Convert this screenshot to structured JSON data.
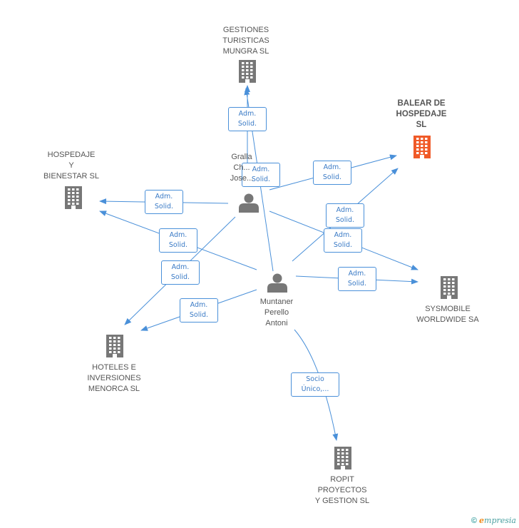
{
  "colors": {
    "edge": "#4a90d9",
    "company": "#777777",
    "focus_company": "#f05a28",
    "person": "#777777"
  },
  "nodes": [
    {
      "id": "gestiones",
      "kind": "company",
      "label": "GESTIONES\nTURISTICAS\nMUNGRA  SL"
    },
    {
      "id": "balear",
      "kind": "company",
      "focus": true,
      "label": "BALEAR DE\nHOSPEDAJE\nSL"
    },
    {
      "id": "hospedaje",
      "kind": "company",
      "label": "HOSPEDAJE\nY\nBIENESTAR  SL"
    },
    {
      "id": "gralla",
      "kind": "person",
      "label": "Gralla\nCh...\nJose..."
    },
    {
      "id": "muntaner",
      "kind": "person",
      "label": "Muntaner\nPerello\nAntoni"
    },
    {
      "id": "sysmobile",
      "kind": "company",
      "label": "SYSMOBILE\nWORLDWIDE SA"
    },
    {
      "id": "hoteles",
      "kind": "company",
      "label": "HOTELES E\nINVERSIONES\nMENORCA  SL"
    },
    {
      "id": "ropit",
      "kind": "company",
      "label": "ROPIT\nPROYECTOS\nY GESTION  SL"
    }
  ],
  "edges": [
    {
      "from": "gralla",
      "to": "gestiones",
      "label": "Adm.\nSolid."
    },
    {
      "from": "muntaner",
      "to": "gestiones",
      "label": "Adm.\nSolid."
    },
    {
      "from": "gralla",
      "to": "balear",
      "label": "Adm.\nSolid."
    },
    {
      "from": "muntaner",
      "to": "balear",
      "label": "Adm.\nSolid."
    },
    {
      "from": "gralla",
      "to": "hospedaje",
      "label": "Adm.\nSolid."
    },
    {
      "from": "muntaner",
      "to": "hospedaje",
      "label": "Adm.\nSolid."
    },
    {
      "from": "gralla",
      "to": "sysmobile",
      "label": "Adm.\nSolid."
    },
    {
      "from": "muntaner",
      "to": "sysmobile",
      "label": "Adm.\nSolid."
    },
    {
      "from": "gralla",
      "to": "hoteles",
      "label": "Adm.\nSolid."
    },
    {
      "from": "muntaner",
      "to": "hoteles",
      "label": "Adm.\nSolid."
    },
    {
      "from": "muntaner",
      "to": "ropit",
      "label": "Socio\nÚnico,..."
    }
  ],
  "brand": {
    "copyright": "©",
    "first_letter": "e",
    "rest": "mpresia"
  }
}
